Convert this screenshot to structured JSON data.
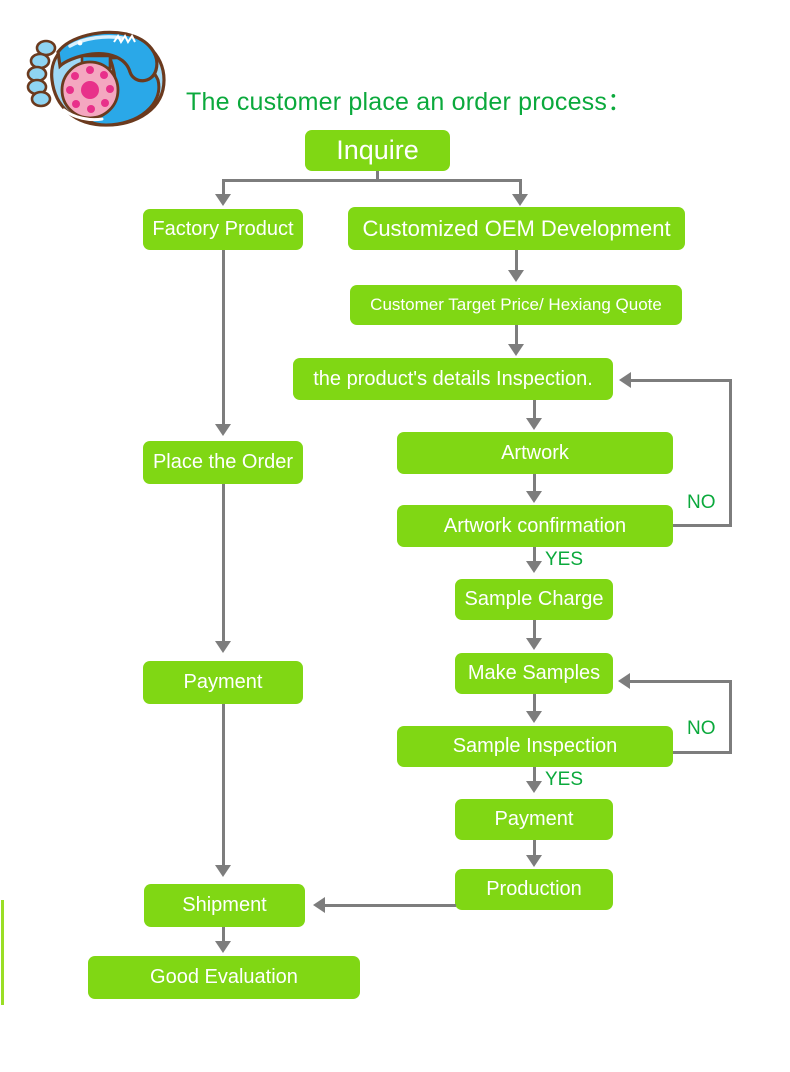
{
  "page": {
    "title": "The customer place an order process：",
    "title_color": "#0ba93c",
    "background": "#ffffff",
    "node_color": "#80d714",
    "node_text_color": "#ffffff",
    "connector_color": "#7d7d7d",
    "accent_color": "#9ade25"
  },
  "illustration": {
    "name": "rotary-telephone",
    "body_color": "#2aa8e8",
    "body_highlight": "#9fd8f5",
    "outline_color": "#6b3a1e",
    "dial_color": "#f4a7c0",
    "dial_hole_color": "#e8308a"
  },
  "flow": {
    "nodes": [
      {
        "id": "inquire",
        "label": "Inquire"
      },
      {
        "id": "factory-product",
        "label": "Factory Product"
      },
      {
        "id": "customized-oem",
        "label": "Customized OEM Development"
      },
      {
        "id": "target-price",
        "label": "Customer Target Price/ Hexiang Quote"
      },
      {
        "id": "details-inspection",
        "label": "the product's details Inspection."
      },
      {
        "id": "place-order",
        "label": "Place the Order"
      },
      {
        "id": "artwork",
        "label": "Artwork"
      },
      {
        "id": "artwork-confirm",
        "label": "Artwork confirmation"
      },
      {
        "id": "sample-charge",
        "label": "Sample Charge"
      },
      {
        "id": "make-samples",
        "label": "Make Samples"
      },
      {
        "id": "payment-left",
        "label": "Payment"
      },
      {
        "id": "sample-inspection",
        "label": "Sample Inspection"
      },
      {
        "id": "payment-right",
        "label": "Payment"
      },
      {
        "id": "production",
        "label": "Production"
      },
      {
        "id": "shipment",
        "label": "Shipment"
      },
      {
        "id": "good-evaluation",
        "label": "Good Evaluation"
      }
    ],
    "branch_labels": [
      {
        "id": "no-artwork",
        "label": "NO"
      },
      {
        "id": "yes-artwork",
        "label": "YES"
      },
      {
        "id": "no-sample",
        "label": "NO"
      },
      {
        "id": "yes-sample",
        "label": "YES"
      }
    ]
  }
}
